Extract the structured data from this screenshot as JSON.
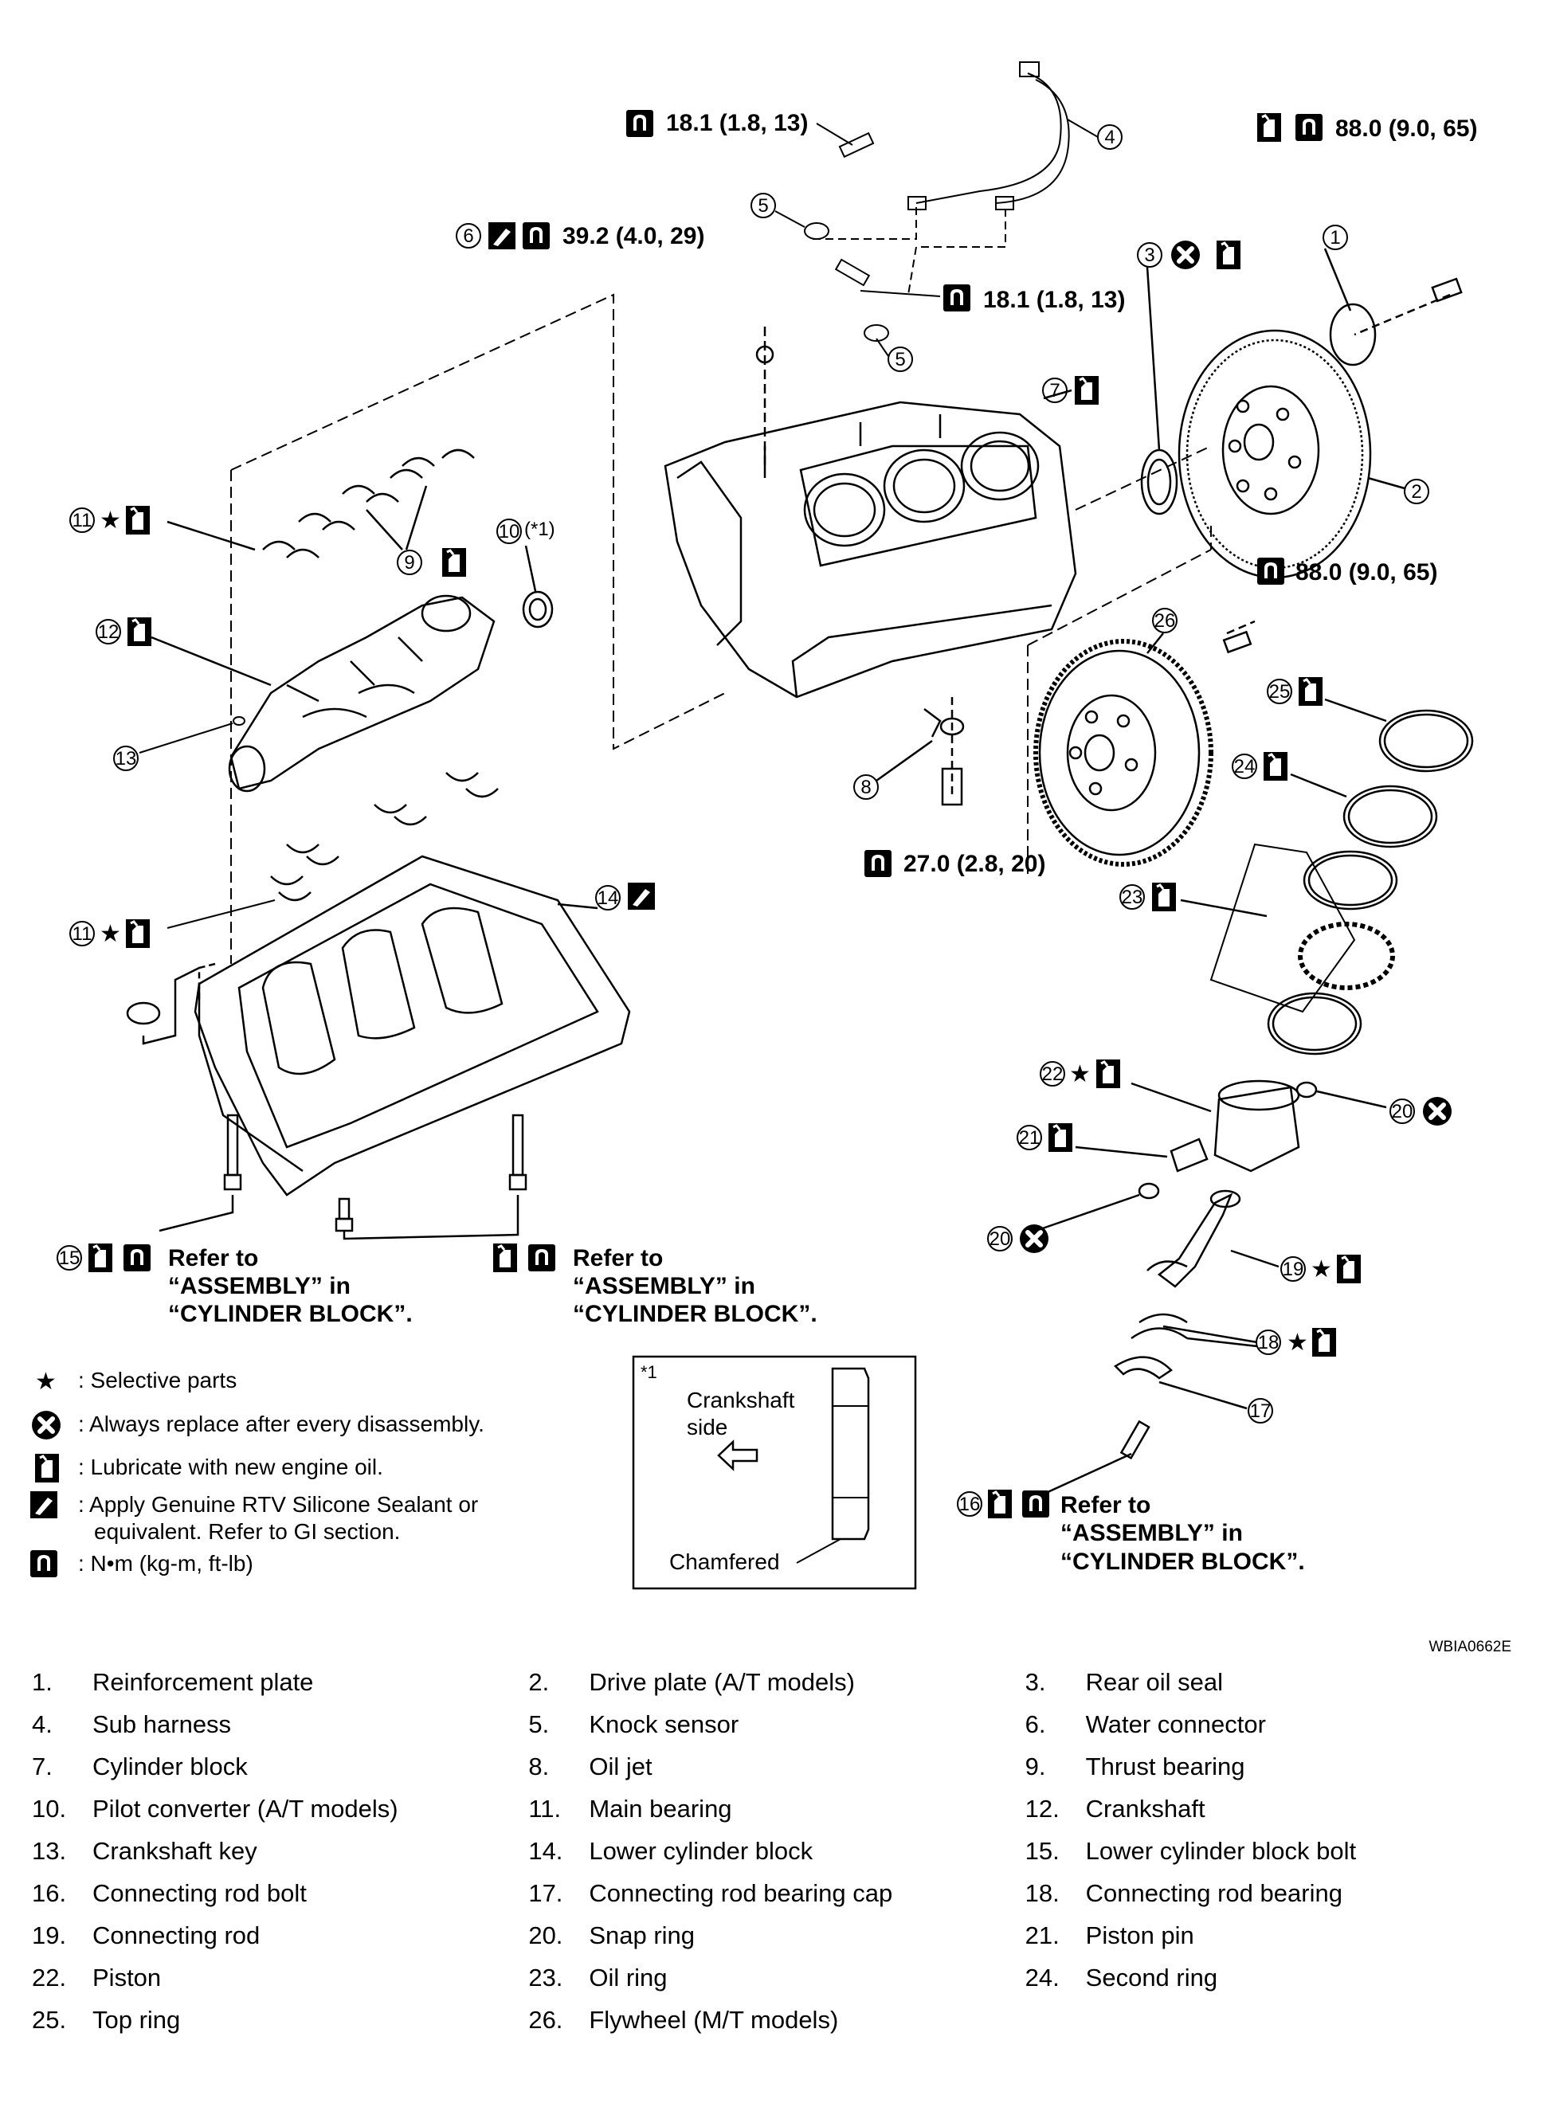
{
  "figure_code": "WBIA0662E",
  "torque_specs": {
    "sensor_bolt_top": "18.1 (1.8, 13)",
    "water_connector": "39.2 (4.0, 29)",
    "sensor_bolt_mid": "18.1 (1.8, 13)",
    "reinforcement_bolt": "88.0 (9.0, 65)",
    "flywheel_bolt": "88.0 (9.0, 65)",
    "oil_jet": "27.0 (2.8, 20)"
  },
  "refer_note": {
    "line1": "Refer to",
    "line2": "“ASSEMBLY” in",
    "line3": "“CYLINDER BLOCK”."
  },
  "callouts": {
    "c1": "1",
    "c2": "2",
    "c3": "3",
    "c4": "4",
    "c5a": "5",
    "c5b": "5",
    "c6": "6",
    "c7": "7",
    "c8": "8",
    "c9": "9",
    "c10": "10",
    "c10_note": "(*1)",
    "c11a": "11",
    "c11b": "11",
    "c12": "12",
    "c13": "13",
    "c14": "14",
    "c15": "15",
    "c16": "16",
    "c17": "17",
    "c18": "18",
    "c19": "19",
    "c20a": "20",
    "c20b": "20",
    "c21": "21",
    "c22": "22",
    "c23": "23",
    "c24": "24",
    "c25": "25",
    "c26": "26"
  },
  "symbols": {
    "star": "★"
  },
  "legend": {
    "selective": ": Selective parts",
    "replace": ": Always replace after every disassembly.",
    "lubricate": ": Lubricate with new engine oil.",
    "sealant_1": ": Apply  Genuine RTV Silicone Sealant or",
    "sealant_2": "equivalent. Refer to GI section.",
    "torque_unit": ": N•m (kg-m, ft-lb)"
  },
  "detail_box": {
    "ref": "*1",
    "label_1": "Crankshaft",
    "label_2": "side",
    "chamfered": "Chamfered"
  },
  "parts": [
    [
      "1.",
      "Reinforcement plate",
      "2.",
      "Drive plate (A/T models)",
      "3.",
      "Rear oil seal"
    ],
    [
      "4.",
      "Sub harness",
      "5.",
      "Knock sensor",
      "6.",
      "Water connector"
    ],
    [
      "7.",
      "Cylinder block",
      "8.",
      "Oil jet",
      "9.",
      "Thrust bearing"
    ],
    [
      "10.",
      "Pilot converter (A/T models)",
      "11.",
      "Main bearing",
      "12.",
      "Crankshaft"
    ],
    [
      "13.",
      "Crankshaft key",
      "14.",
      "Lower cylinder block",
      "15.",
      "Lower cylinder block bolt"
    ],
    [
      "16.",
      "Connecting rod bolt",
      "17.",
      "Connecting rod bearing cap",
      "18.",
      "Connecting rod bearing"
    ],
    [
      "19.",
      "Connecting rod",
      "20.",
      "Snap ring",
      "21.",
      "Piston pin"
    ],
    [
      "22.",
      "Piston",
      "23.",
      "Oil ring",
      "24.",
      "Second ring"
    ],
    [
      "25.",
      "Top ring",
      "26.",
      "Flywheel (M/T models)",
      "",
      ""
    ]
  ]
}
